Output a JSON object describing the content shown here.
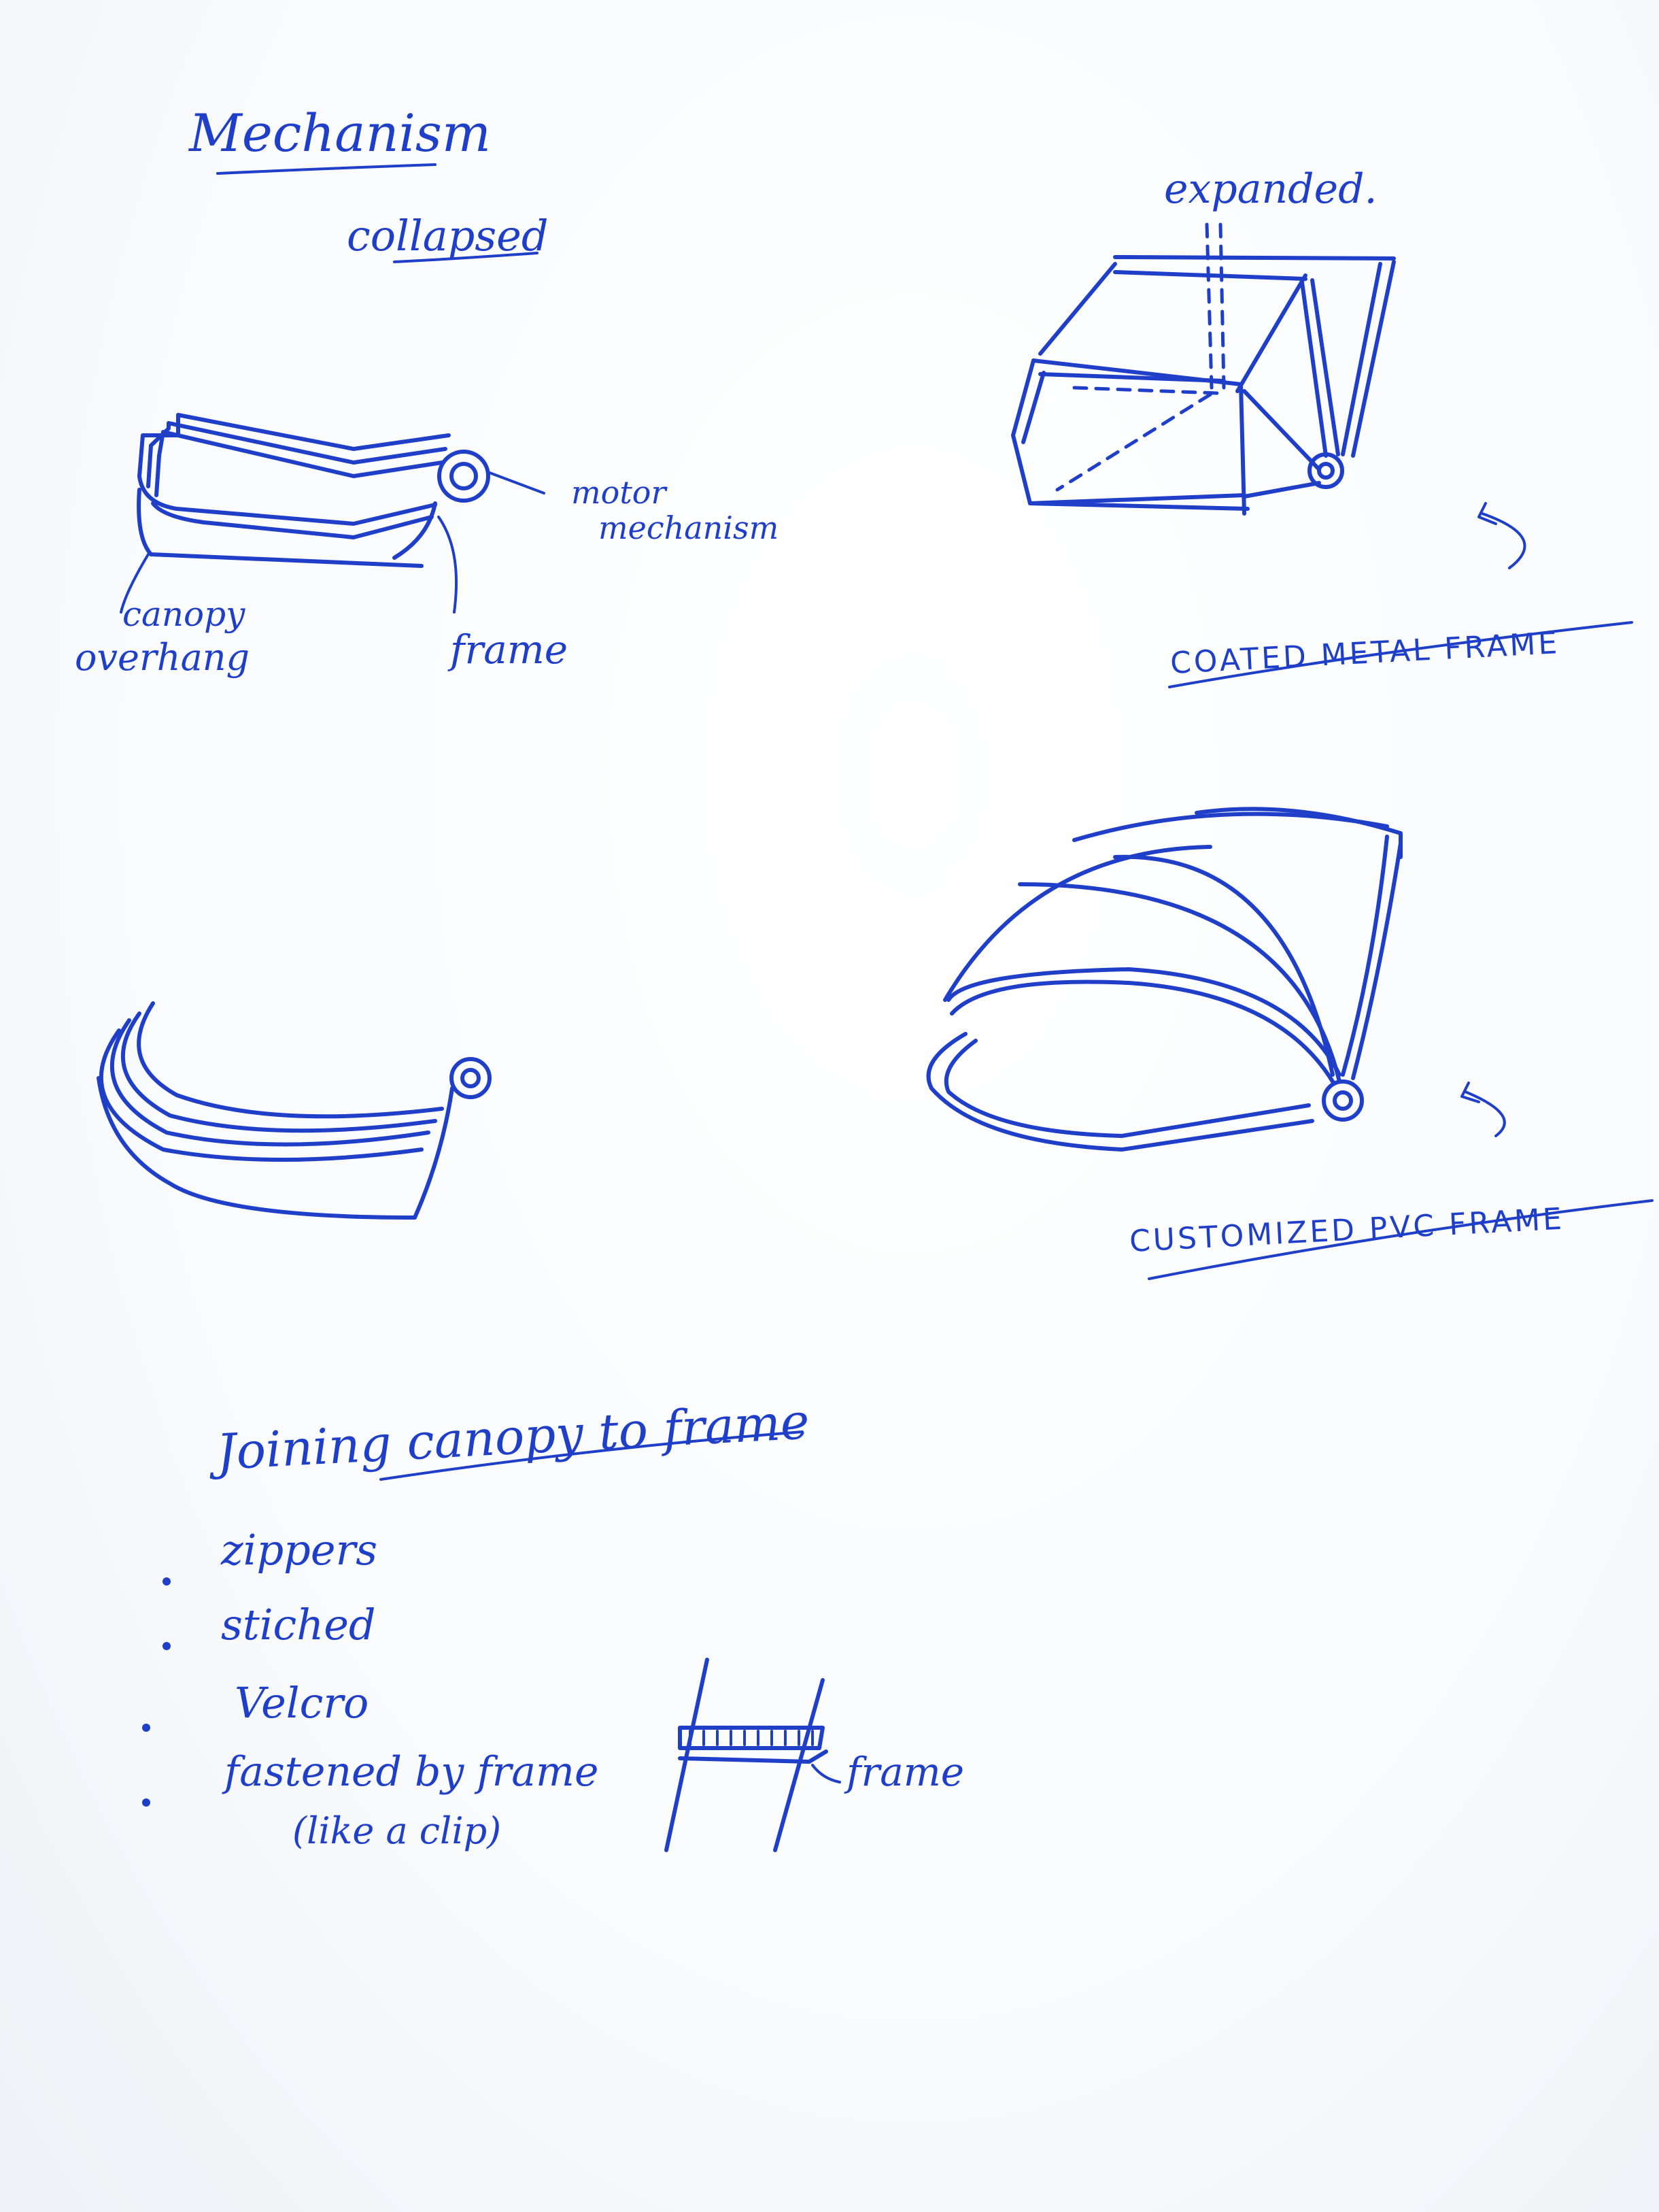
{
  "heading": "Mechanism",
  "collapsed": {
    "label": "collapsed",
    "labels": {
      "motor": [
        "motor",
        "mechanism"
      ],
      "canopy": [
        "canopy",
        "overhang"
      ],
      "frame": "frame"
    }
  },
  "expanded": {
    "label": "expanded.",
    "frame_label": "COATED METAL FRAME"
  },
  "pvc": {
    "frame_label": "CUSTOMIZED PVC FRAME"
  },
  "joining": {
    "title": "Joining canopy to frame",
    "items": [
      "zippers",
      "stiched",
      "Velcro",
      "fastened by frame"
    ],
    "sub_note": "(like a clip)",
    "clip_label": "frame"
  },
  "colors": {
    "ink": "#1f3fc8",
    "paper": "#fbfcfd"
  }
}
